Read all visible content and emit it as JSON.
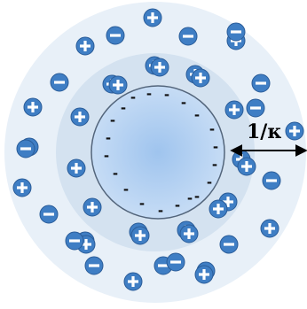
{
  "diagram": {
    "debye_length_label": "1/κ",
    "surface_charge_symbol": "-",
    "ion_symbols": {
      "positive": "+",
      "negative": "-"
    },
    "colors": {
      "outer_region": "#e8f0f8",
      "diffuse_layer": "#d4e2f0",
      "particle_center": "#9fc4ee",
      "particle_edge": "#c6dcf5",
      "particle_outline": "#53657b",
      "ion_fill": "#3f7ec4",
      "ion_outline": "#2a5c98",
      "ion_symbol": "#ffffff",
      "arrow": "#000000"
    },
    "counts": {
      "surface_charges": 20,
      "positive_ions": 31,
      "negative_ions": 14
    }
  }
}
